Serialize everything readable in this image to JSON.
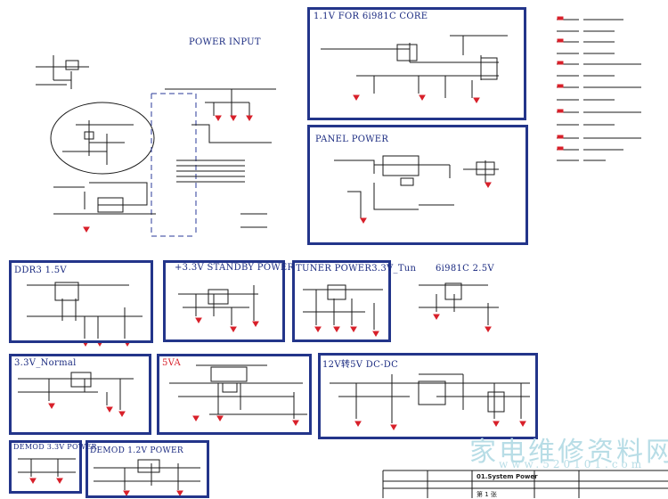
{
  "sections": {
    "power_input": "POWER INPUT",
    "core": "1.1V FOR 6i981C CORE",
    "panel": "PANEL POWER",
    "ddr3": "DDR3 1.5V",
    "standby": "+3.3V STANDBY POWER",
    "tuner": "TUNER POWER3.3V_Tun",
    "v25": "6i981C 2.5V",
    "normal": "3.3V_Normal",
    "v5va": "5VA",
    "dcdc": "12V转5V DC-DC",
    "demod33": "DEMOD 3.3V POWER",
    "demod12": "DEMOD 1.2V POWER"
  },
  "title_block": {
    "sheet_title": "01.System Power",
    "page": "第 1 张"
  },
  "watermark": {
    "text": "家电维修资料网",
    "url": "www.520101.com"
  },
  "colors": {
    "frame": "#23358a",
    "accent_red": "#d8202a",
    "wire": "#1a1a1a",
    "dashed_bus": "#2a3a9a"
  }
}
